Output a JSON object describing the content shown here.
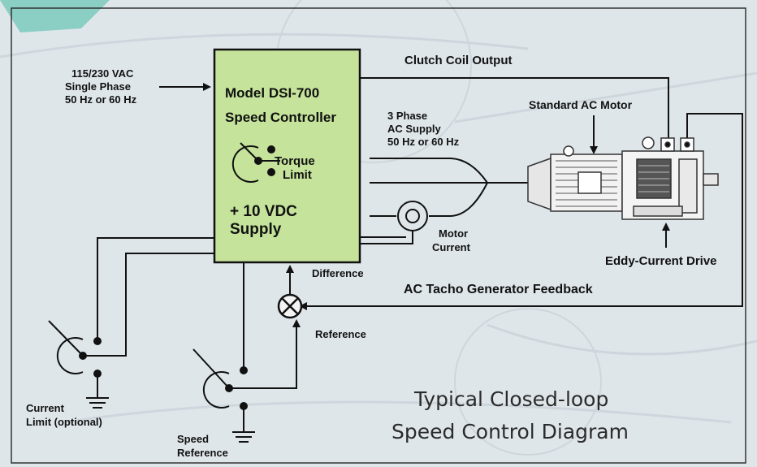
{
  "controller": {
    "model": "Model DSI-700",
    "name": "Speed Controller",
    "torque_1": "Torque",
    "torque_2": "Limit",
    "supply_1": "+ 10 VDC",
    "supply_2": "Supply"
  },
  "input_power": {
    "line1": "115/230 VAC",
    "line2": "Single Phase",
    "line3": "50 Hz or 60 Hz"
  },
  "three_phase": {
    "line1": "3 Phase",
    "line2": "AC Supply",
    "line3": "50 Hz or 60 Hz"
  },
  "labels": {
    "clutch_coil_output": "Clutch Coil Output",
    "standard_ac_motor": "Standard AC Motor",
    "eddy_current_drive": "Eddy-Current Drive",
    "motor_current_1": "Motor",
    "motor_current_2": "Current",
    "difference": "Difference",
    "tacho_feedback": "AC Tacho Generator Feedback",
    "reference": "Reference",
    "current_limit_1": "Current",
    "current_limit_2": "Limit (optional)",
    "speed_reference_1": "Speed",
    "speed_reference_2": "Reference"
  },
  "title": {
    "line1": "Typical Closed-loop",
    "line2": "Speed Control Diagram"
  },
  "colors": {
    "controller_fill": "#c5e39b",
    "background": "#dfe6ea",
    "corner_accent": "#7dc9bd",
    "wire": "#111111"
  }
}
